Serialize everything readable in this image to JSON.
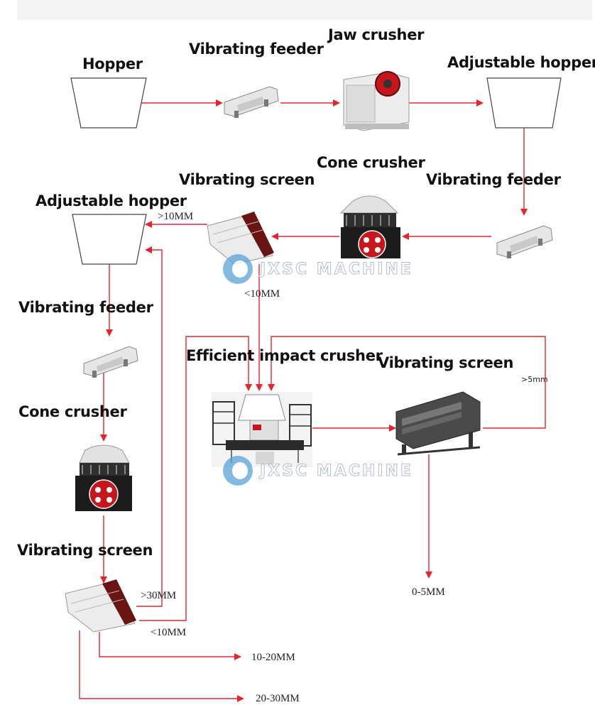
{
  "labels": {
    "hopper": "Hopper",
    "vibrating_feeder_1": "Vibrating feeder",
    "jaw_crusher": "Jaw crusher",
    "adjustable_hopper_1": "Adjustable hopper",
    "cone_crusher_1": "Cone crusher",
    "vibrating_feeder_2": "Vibrating feeder",
    "vibrating_screen_1": "Vibrating screen",
    "adjustable_hopper_2": "Adjustable hopper",
    "vibrating_feeder_3": "Vibrating feeder",
    "efficient_impact_crusher": "Efficient impact crusher",
    "vibrating_screen_2": "Vibrating screen",
    "cone_crusher_2": "Cone crusher",
    "vibrating_screen_3": "Vibrating screen"
  },
  "sizes": {
    "gt10": ">10MM",
    "lt10_a": "<10MM",
    "gt5": ">5mm",
    "gt30": ">30MM",
    "lt10_b": "<10MM",
    "r10_20": "10-20MM",
    "r20_30": "20-30MM",
    "r0_5": "0-5MM"
  },
  "watermark": {
    "text": "JXSC MACHINE"
  },
  "colors": {
    "arrow": "#e8232a",
    "machine_body": "#e6e6e6",
    "machine_dark": "#3a3a3a",
    "accent_red": "#c8141b"
  }
}
